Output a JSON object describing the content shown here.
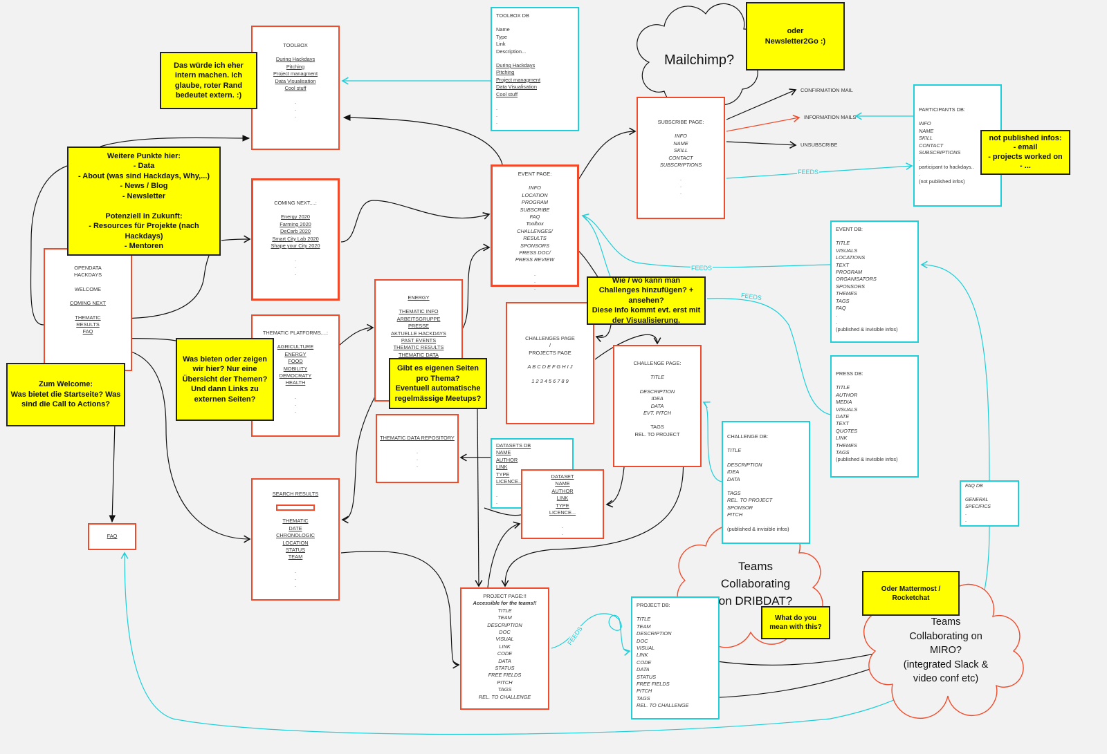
{
  "boxes": {
    "toolbox": {
      "groups": [
        [
          "TOOLBOX"
        ],
        [
          "During Hackdays",
          "Pitching",
          "Project managment",
          "Data Visualisation",
          "Cool stuff"
        ],
        [
          ".",
          ".",
          "."
        ]
      ]
    },
    "toolbox_db": {
      "groups": [
        [
          "TOOLBOX DB"
        ],
        [
          "Name",
          "Type",
          "Link",
          "Description..."
        ],
        [
          "During Hackdays",
          "Pitching",
          "Project managment",
          "Data Visualisation",
          "Cool stuff"
        ],
        [
          ".",
          ".",
          "."
        ]
      ]
    },
    "home": {
      "groups": [
        [
          "OPENDATA",
          "HACKDAYS"
        ],
        [
          "WELCOME"
        ],
        [
          "COMING NEXT"
        ],
        [
          "THEMATIC",
          "RESULTS",
          "FAQ"
        ]
      ]
    },
    "coming_next": {
      "groups": [
        [
          "COMING NEXT....:"
        ],
        [
          "Energy 2020",
          "Farming 2020",
          "DeCarb 2020",
          "Smart City Lab 2020",
          "Shape your City 2020"
        ],
        [
          ".",
          ".",
          "."
        ]
      ]
    },
    "thematic_platforms": {
      "groups": [
        [
          "THEMATIC PLATFORMS....:"
        ],
        [
          "AGRICULTURE",
          "ENERGY",
          "FOOD",
          "MOBILITY",
          "DEMOCRATY",
          "HEALTH"
        ],
        [
          ".",
          ".",
          "."
        ]
      ]
    },
    "energy": {
      "groups": [
        [
          "ENERGY"
        ],
        [
          "THEMATIC INFO",
          "ARBEITSGRUPPE",
          "PRESSE",
          "AKTUELLE HACKDAYS",
          "PAST EVENTS",
          "THEMATIC RESULTS",
          "THEMATIC DATA"
        ]
      ]
    },
    "thematic_data_repo": {
      "groups": [
        [
          "THEMATIC DATA REPOSITORY"
        ],
        [
          ".",
          ".",
          "."
        ]
      ]
    },
    "search_results": {
      "groups": [
        [
          "SEARCH RESULTS"
        ],
        [
          "THEMATIC",
          "DATE",
          "CHRONOLOGIC",
          "LOCATION",
          "STATUS",
          "TEAM"
        ],
        [
          ".",
          ".",
          "."
        ]
      ]
    },
    "faq": {
      "groups": [
        [
          "FAQ"
        ]
      ]
    },
    "event_page": {
      "groups": [
        [
          "EVENT PAGE:"
        ],
        [
          "INFO",
          "LOCATION",
          "PROGRAM",
          "SUBSCRIBE",
          "FAQ",
          "Toolbox",
          "CHALLENGES/",
          "RESULTS",
          "SPONSORS",
          "PRESS DOC/",
          "PRESS REVIEW"
        ],
        [
          ".",
          ".",
          "."
        ]
      ]
    },
    "challenges_page": {
      "groups": [
        [
          "CHALLENGES PAGE",
          "/",
          "PROJECTS PAGE"
        ],
        [
          "A B C D E F G H I J"
        ],
        [
          "1 2 3 4 5 6 7 8 9"
        ]
      ]
    },
    "challenge_page": {
      "groups": [
        [
          "CHALLENGE PAGE:"
        ],
        [
          "TITLE"
        ],
        [
          "DESCRIPTION",
          "IDEA",
          "DATA",
          "EVT. PITCH"
        ],
        [
          "TAGS",
          "REL. TO PROJECT"
        ]
      ]
    },
    "datasets_db": {
      "groups": [
        [
          "DATASETS DB",
          "NAME",
          "AUTHOR",
          "LINK",
          "TYPE",
          "LICENCE..."
        ],
        [
          ".",
          "."
        ]
      ]
    },
    "dataset": {
      "groups": [
        [
          "DATASET",
          "NAME",
          "AUTHOR",
          "LINK",
          "TYPE",
          "LICENCE..."
        ],
        [
          ".",
          "."
        ]
      ]
    },
    "challenge_db": {
      "groups": [
        [
          "CHALLENGE DB:"
        ],
        [
          "TITLE"
        ],
        [
          "DESCRIPTION",
          "IDEA",
          "DATA"
        ],
        [
          "TAGS",
          "REL. TO PROJECT",
          "SPONSOR",
          "PITCH"
        ],
        [
          "(published & invisible infos)"
        ]
      ]
    },
    "subscribe_page": {
      "groups": [
        [
          "SUBSCRIBE PAGE:"
        ],
        [
          "INFO",
          "NAME",
          "SKILL",
          "CONTACT",
          "SUBSCRIPTIONS"
        ],
        [
          ".",
          ".",
          "."
        ]
      ]
    },
    "participants_db": {
      "groups": [
        [
          "PARTICIPANTS DB:"
        ],
        [
          "INFO",
          "NAME",
          "SKILL",
          "CONTACT",
          "SUBSCRIPTIONS"
        ],
        [
          ".",
          "participant to hackdays..",
          ".",
          "(not published infos)"
        ]
      ]
    },
    "event_db": {
      "groups": [
        [
          "EVENT DB:"
        ],
        [
          "TITLE",
          "VISUALS",
          "LOCATIONS",
          "TEXT",
          "PROGRAM",
          "ORGANISATORS",
          "SPONSORS",
          "THEMES",
          "TAGS",
          "FAQ"
        ],
        [
          ".",
          ".",
          "(published & invisible infos)"
        ]
      ]
    },
    "press_db": {
      "groups": [
        [
          "PRESS DB:"
        ],
        [
          "TITLE",
          "AUTHOR",
          "MEDIA",
          "VISUALS",
          "DATE",
          "TEXT",
          "QUOTES",
          "LINK",
          "THEMES",
          "TAGS"
        ],
        [
          "(published & invisible infos)"
        ]
      ]
    },
    "faq_db": {
      "groups": [
        [
          "FAQ DB"
        ],
        [
          "GENERAL",
          "SPECIFICS"
        ],
        [
          ".",
          "."
        ]
      ]
    },
    "project_page": {
      "groups": [
        [
          "PROJECT PAGE:!!"
        ],
        [
          "Accessible for the teams!!"
        ],
        [
          "TITLE",
          "TEAM",
          "DESCRIPTION",
          "DOC",
          "VISUAL",
          "LINK",
          "CODE",
          "DATA",
          "STATUS",
          "FREE FIELDS",
          "PITCH",
          "TAGS",
          "REL. TO CHALLENGE"
        ]
      ]
    },
    "project_db": {
      "groups": [
        [
          "PROJECT DB:"
        ],
        [
          "TITLE",
          "TEAM",
          "DESCRIPTION",
          "DOC",
          "VISUAL",
          "LINK",
          "CODE",
          "DATA",
          "STATUS",
          "FREE FIELDS",
          "PITCH",
          "TAGS",
          "REL. TO CHALLENGE"
        ]
      ]
    }
  },
  "notes": {
    "intern": "Das würde ich eher intern machen. Ich glaube, roter Rand bedeutet extern. :)",
    "weitere": "Weitere Punkte hier:\n- Data\n- About (was sind Hackdays, Why,...)\n- News / Blog\n- Newsletter\n\nPotenziell in Zukunft:\n- Resources für Projekte (nach Hackdays)\n- Mentoren",
    "welcome": "Zum Welcome:\nWas bietet die Startseite? Was sind die Call to Actions?",
    "was_bieten": "Was bieten oder zeigen wir hier? Nur eine Übersicht der Themen? Und dann Links zu externen Seiten?",
    "gibt_es": "Gibt es eigenen Seiten pro Thema?\nEventuell automatische regelmässige Meetups?",
    "wie_wo": "Wie / wo kann man Challenges hinzufügen? + ansehen?\nDiese Info kommt evt. erst mit der Visualisierung.",
    "newsletter2go": "oder\nNewsletter2Go :)",
    "not_published": "not published infos:\n- email\n- projects worked on\n- ...",
    "what_mean": "What do you mean with this?",
    "mattermost": "Oder Mattermost / Rocketchat"
  },
  "labels": {
    "confirmation_mail": "CONFIRMATION MAIL",
    "information_mails": "INFORMATION MAILS",
    "unsubscribe": "UNSUBSCRIBE",
    "feeds": "FEEDS"
  },
  "clouds": {
    "mailchimp": "Mailchimp?",
    "dribdat": "Teams\nCollaborating\non DRIBDAT?",
    "miro": "Teams\nCollaborating on\nMIRO?\n(integrated Slack &\nvideo conf etc)"
  },
  "colors": {
    "page_border": "#f04a2a",
    "db_border": "#1ccfd8",
    "note": "#ffff00"
  }
}
